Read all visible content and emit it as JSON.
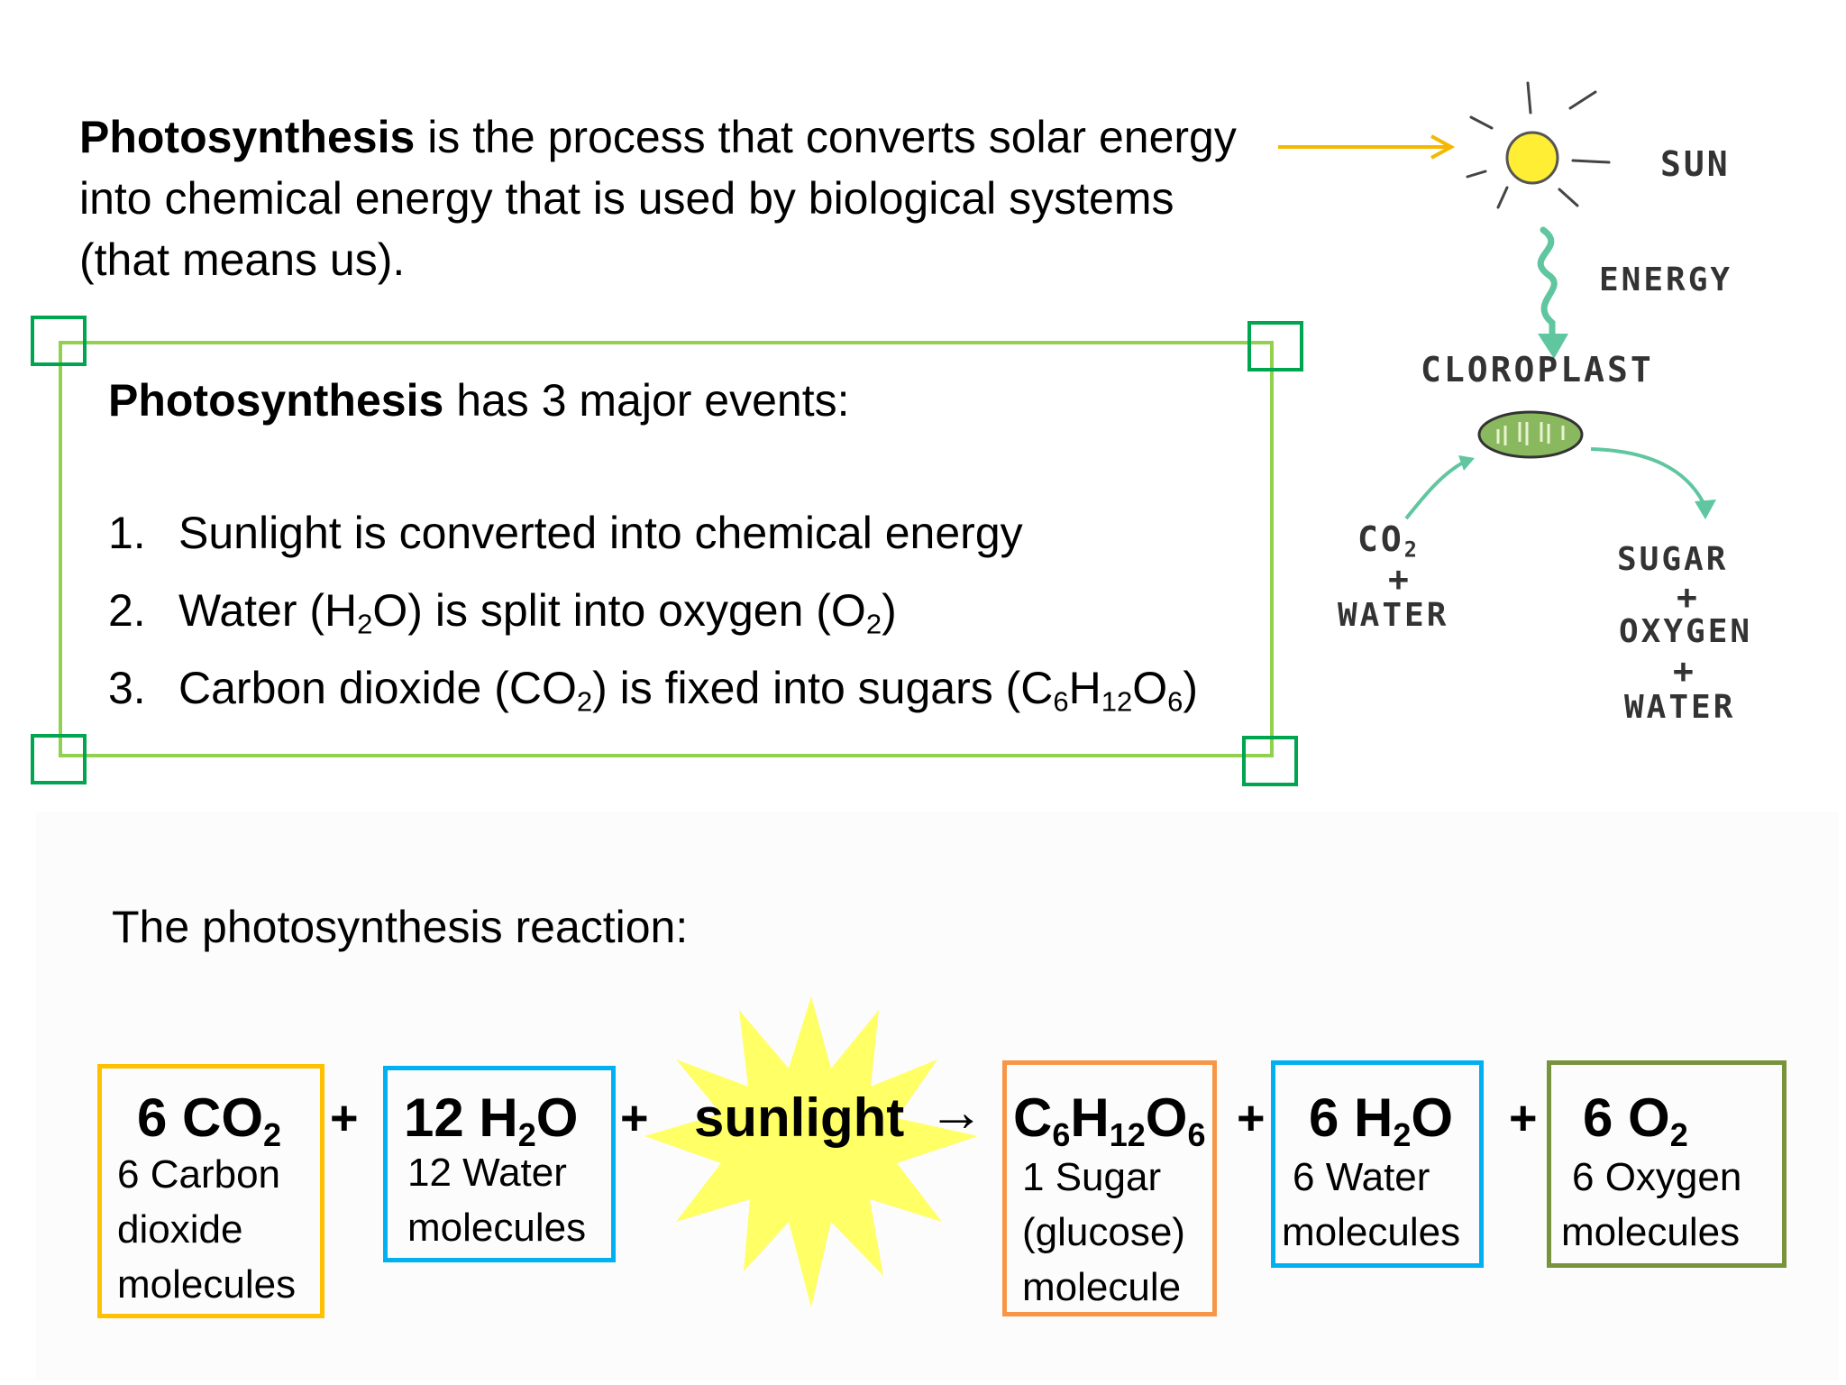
{
  "intro": {
    "bold": "Photosynthesis",
    "text_line1": " is the process that converts solar energy",
    "text_line2": "into chemical energy that is used by biological systems",
    "text_line3": "(that means us)."
  },
  "events": {
    "title_bold": "Photosynthesis",
    "title_rest": " has 3 major events:",
    "items": [
      {
        "num": "1.",
        "parts": [
          "Sunlight is converted into chemical energy"
        ]
      },
      {
        "num": "2.",
        "parts": [
          "Water (H",
          "2",
          "O) is split into oxygen (O",
          "2",
          ")"
        ]
      },
      {
        "num": "3.",
        "parts": [
          "Carbon dioxide (CO",
          "2",
          ") is fixed into sugars (C",
          "6",
          "H",
          "12",
          "O",
          "6",
          ")"
        ]
      }
    ]
  },
  "diagram": {
    "sun": "SUN",
    "energy": "ENERGY",
    "chloroplast": "CLOROPLAST",
    "co2_c": "CO",
    "co2_sub": "2",
    "plus": "+",
    "water_in": "WATER",
    "sugar": "SUGAR",
    "oxygen": "OXYGEN",
    "water_out": "WATER"
  },
  "reaction": {
    "title": "The photosynthesis reaction:",
    "sunlight": "sunlight",
    "arrow": "→",
    "plus": "+",
    "co2": {
      "formula": [
        "6 CO",
        "2"
      ],
      "desc": [
        "6 Carbon",
        "dioxide",
        "molecules"
      ],
      "color": "#ffc000"
    },
    "h2o_in": {
      "formula": [
        "12 H",
        "2",
        "O"
      ],
      "desc": [
        "12 Water",
        "molecules"
      ],
      "color": "#00b0f0"
    },
    "sugar": {
      "formula": [
        "C",
        "6",
        "H",
        "12",
        "O",
        "6"
      ],
      "desc": [
        "1 Sugar",
        "(glucose)",
        "molecule"
      ],
      "color": "#f79646"
    },
    "h2o_out": {
      "formula": [
        "6 H",
        "2",
        "O"
      ],
      "desc": [
        "6 Water",
        "molecules"
      ],
      "color": "#00b0f0"
    },
    "o2": {
      "formula": [
        "6 O",
        "2"
      ],
      "desc": [
        "6 Oxygen",
        "molecules"
      ],
      "color": "#77933c"
    }
  },
  "colors": {
    "events_border": "#92d050",
    "handle": "#00a550",
    "pointer_arrow": "#f5b800",
    "starburst": "#ffff66",
    "diagram_green": "#5fc6a0"
  }
}
